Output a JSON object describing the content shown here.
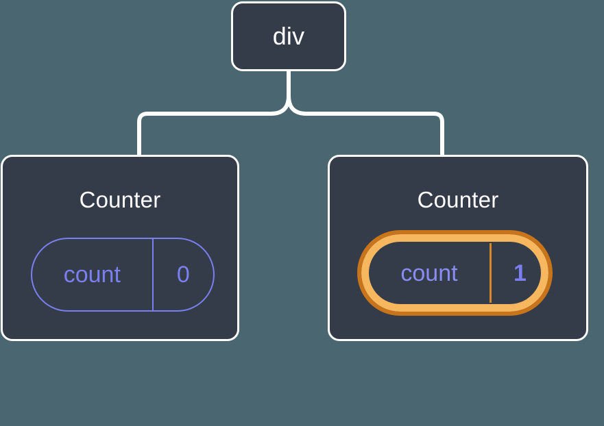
{
  "diagram": {
    "background_color": "#4a6670",
    "node_fill_color": "#343b49",
    "node_border_color": "#ffffff",
    "connector_color": "#ffffff",
    "accent_purple": "#7c7ff0",
    "highlight_orange_outer": "#c8741a",
    "highlight_orange_inner": "#f7b75f",
    "sparkle_color": "#f9b864"
  },
  "root": {
    "label": "div"
  },
  "children": [
    {
      "title": "Counter",
      "state": {
        "key": "count",
        "value": "0"
      },
      "highlighted": false
    },
    {
      "title": "Counter",
      "state": {
        "key": "count",
        "value": "1"
      },
      "highlighted": true
    }
  ],
  "sparkles": {
    "large": "sparkle-large",
    "small": "sparkle-small"
  }
}
